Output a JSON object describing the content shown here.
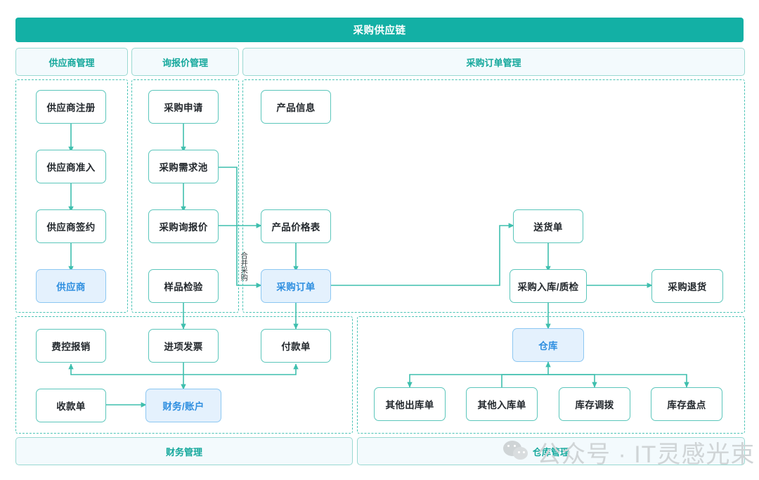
{
  "header": {
    "title": "采购供应链",
    "bar_color": "#13b0a5"
  },
  "section_chips": [
    {
      "id": "supplier-mgmt",
      "label": "供应商管理"
    },
    {
      "id": "rfq-mgmt",
      "label": "询报价管理"
    },
    {
      "id": "po-mgmt",
      "label": "采购订单管理"
    },
    {
      "id": "finance-mgmt",
      "label": "财务管理"
    },
    {
      "id": "warehouse-mgmt",
      "label": "仓库管理"
    }
  ],
  "nodes": {
    "supplier_register": "供应商注册",
    "supplier_access": "供应商准入",
    "supplier_sign": "供应商签约",
    "supplier": "供应商",
    "purchase_request": "采购申请",
    "demand_pool": "采购需求池",
    "purchase_rfq": "采购询报价",
    "sample_inspect": "样品检验",
    "product_info": "产品信息",
    "price_list": "产品价格表",
    "purchase_order": "采购订单",
    "delivery_note": "送货单",
    "inbound_qc": "采购入库/质检",
    "purchase_return": "采购退货",
    "expense_claim": "费控报销",
    "input_invoice": "进项发票",
    "payment_voucher": "付款单",
    "receipt_voucher": "收款单",
    "finance_account": "财务/账户",
    "warehouse": "仓库",
    "other_outbound": "其他出库单",
    "other_inbound": "其他入库单",
    "stock_transfer": "库存调拨",
    "stock_count": "库存盘点"
  },
  "edge_labels": {
    "merge_purchase": "合并采购"
  },
  "watermark": {
    "text": "公众号 · IT灵感光束",
    "logo": "wechat-logo"
  },
  "colors": {
    "accent_teal": "#13b0a5",
    "line_teal": "#3fbfae",
    "node_border": "#5bc6bb",
    "highlight_bg": "#e4f1fd",
    "highlight_border": "#8cc7f2",
    "highlight_text": "#2f8fe0",
    "chip_bg": "#f3fafd"
  }
}
